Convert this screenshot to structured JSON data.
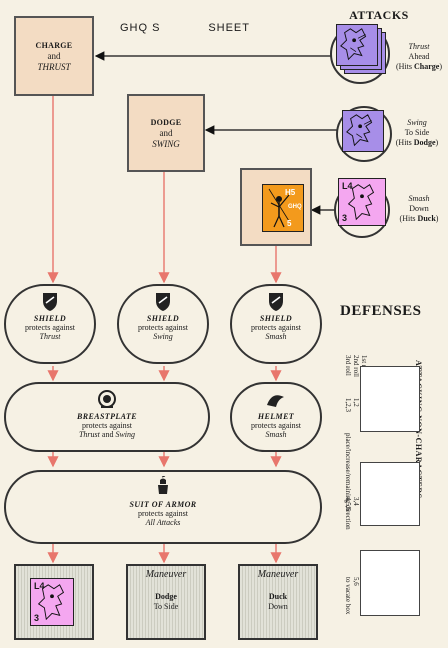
{
  "title": {
    "left": "GHQ S",
    "right": "SHEET"
  },
  "headings": {
    "attacks": "ATTACKS",
    "defenses": "DEFENSES",
    "attacking_non_characters": "ATTACKING NON-CHARACTERS"
  },
  "maneuvers": {
    "charge_thrust": {
      "line1": "CHARGE",
      "line2": "and",
      "line3": "THRUST"
    },
    "dodge_swing": {
      "line1": "DODGE",
      "line2": "and",
      "line3": "SWING"
    }
  },
  "attacks": [
    {
      "name": "Thrust",
      "line2": "Ahead",
      "line3": "(Hits ",
      "hits": "Charge",
      "close": ")"
    },
    {
      "name": "Swing",
      "line2": "To Side",
      "line3": "(Hits ",
      "hits": "Dodge",
      "close": ")"
    },
    {
      "name": "Smash",
      "line2": "Down",
      "line3": "(Hits ",
      "hits": "Duck",
      "close": ")"
    }
  ],
  "attack_cards": {
    "smash": {
      "top": "L4",
      "bottom": "3"
    },
    "orange": {
      "top": "H5",
      "mid": "GHQ",
      "bottom": "5"
    },
    "final": {
      "top": "L4",
      "bottom": "3"
    }
  },
  "defenses": {
    "shield_thrust": {
      "name": "SHIELD",
      "line": "protects against",
      "against": "Thrust"
    },
    "shield_swing": {
      "name": "SHIELD",
      "line": "protects against",
      "against": "Swing"
    },
    "shield_smash": {
      "name": "SHIELD",
      "line": "protects against",
      "against": "Smash"
    },
    "breastplate": {
      "name": "BREASTPLATE",
      "line": "protects against",
      "against1": "Thrust",
      "and": " and ",
      "against2": "Swing"
    },
    "helmet": {
      "name": "HELMET",
      "line": "protects against",
      "against": "Smash"
    },
    "suit": {
      "name": "SUIT OF ARMOR",
      "line": "protects against",
      "against": "All Attacks"
    }
  },
  "bottom_maneuvers": [
    {
      "header": "Maneuver",
      "name": "Dodge",
      "sub": "To Side"
    },
    {
      "header": "Maneuver",
      "name": "Duck",
      "sub": "Down"
    }
  ],
  "non_character": {
    "rolls": [
      "1st roll",
      "2nd roll",
      "3rd roll"
    ],
    "r1": "1,2",
    "r2": "1,2,3",
    "r3": "3,4",
    "r4": "4,5,6",
    "r5": "5,6",
    "note1": "place/increase/remaining direction",
    "note2": "to vacate box"
  },
  "colors": {
    "maneuver": "#f3dcc3",
    "arrow_red": "#e8766c",
    "purple_card": "#a78ee8",
    "pink_card": "#f4a7f0",
    "orange_card": "#f39a1c"
  }
}
